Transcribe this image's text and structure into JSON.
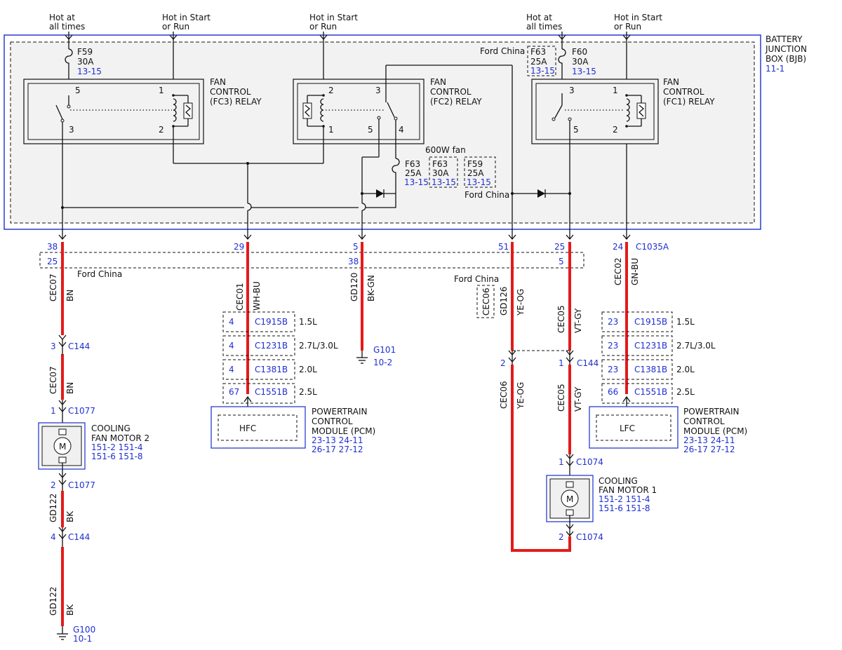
{
  "title": "",
  "colors": {
    "harness_wire": "#e41a1a",
    "reference_text": "#1f2fd0",
    "junction_box_border": "#2a3bd0",
    "module_fill": "#f0f0f0"
  },
  "power_labels": {
    "fc3_fuse": [
      "Hot at",
      "all times"
    ],
    "fc3_coil": [
      "Hot in Start",
      "or Run"
    ],
    "fc2_coil": [
      "Hot in Start",
      "or Run"
    ],
    "fc1_fuse": [
      "Hot at",
      "all times"
    ],
    "fc1_coil": [
      "Hot in Start",
      "or Run"
    ]
  },
  "bjb": {
    "label": [
      "BATTERY",
      "JUNCTION",
      "BOX (BJB)"
    ],
    "ref": "11-1",
    "ford_china": "Ford China"
  },
  "fuses": {
    "f59": {
      "name": "F59",
      "rating": "30A",
      "ref": "13-15"
    },
    "f63_top": {
      "name": "F63",
      "rating": "25A",
      "ref": "13-15"
    },
    "f60": {
      "name": "F60",
      "rating": "30A",
      "ref": "13-15"
    },
    "f63_mid": {
      "name": "F63",
      "rating": "25A",
      "ref": "13-15"
    },
    "f63_600w": {
      "name": "F63",
      "rating": "30A",
      "ref": "13-15"
    },
    "f59_600w": {
      "name": "F59",
      "rating": "25A",
      "ref": "13-15"
    },
    "label_600w": "600W fan",
    "ford_china_mid": "Ford China"
  },
  "relays": {
    "fc3": {
      "label": [
        "FAN",
        "CONTROL",
        "(FC3) RELAY"
      ],
      "pins": [
        "5",
        "1",
        "3",
        "2"
      ]
    },
    "fc2": {
      "label": [
        "FAN",
        "CONTROL",
        "(FC2) RELAY"
      ],
      "pins": [
        "2",
        "3",
        "1",
        "5",
        "4"
      ]
    },
    "fc1": {
      "label": [
        "FAN",
        "CONTROL",
        "(FC1) RELAY"
      ],
      "pins": [
        "3",
        "1",
        "5",
        "2"
      ]
    }
  },
  "bjb_pins": {
    "p38": "38",
    "p29": "29",
    "p5": "5",
    "p51": "51",
    "p25": "25",
    "p24": "24",
    "connector": "C1035A",
    "china_p25": "25",
    "china_p38": "38",
    "china_p5": "5",
    "china_label": "Ford China"
  },
  "wires": {
    "cec07_a": {
      "circuit": "CEC07",
      "color": "BN"
    },
    "cec07_b": {
      "circuit": "CEC07",
      "color": "BN"
    },
    "gd122_a": {
      "circuit": "GD122",
      "color": "BK"
    },
    "gd122_b": {
      "circuit": "GD122",
      "color": "BK"
    },
    "cec01": {
      "circuit": "CEC01",
      "color": "WH-BU"
    },
    "gd120": {
      "circuit": "GD120",
      "color": "BK-GN"
    },
    "gd126": {
      "circuit": "GD126",
      "color": "YE-OG",
      "alt": "CEC06",
      "alt_label": "Ford China"
    },
    "cec05_a": {
      "circuit": "CEC05",
      "color": "VT-GY"
    },
    "cec02": {
      "circuit": "CEC02",
      "color": "GN-BU"
    },
    "cec06": {
      "circuit": "CEC06",
      "color": "YE-OG"
    },
    "cec05_b": {
      "circuit": "CEC05",
      "color": "VT-GY"
    }
  },
  "connectors": {
    "c144_3": {
      "pin": "3",
      "name": "C144"
    },
    "c1077_1": {
      "pin": "1",
      "name": "C1077"
    },
    "c1077_2": {
      "pin": "2",
      "name": "C1077"
    },
    "c144_4": {
      "pin": "4",
      "name": "C144"
    },
    "c144_2": {
      "pin": "2"
    },
    "c144_1": {
      "pin": "1",
      "name": "C144"
    },
    "c1074_1": {
      "pin": "1",
      "name": "C1074"
    },
    "c1074_2": {
      "pin": "2",
      "name": "C1074"
    }
  },
  "pcm_hfc": {
    "rows": [
      {
        "pin": "4",
        "conn": "C1915B",
        "engine": "1.5L"
      },
      {
        "pin": "4",
        "conn": "C1231B",
        "engine": "2.7L/3.0L"
      },
      {
        "pin": "4",
        "conn": "C1381B",
        "engine": "2.0L"
      },
      {
        "pin": "67",
        "conn": "C1551B",
        "engine": "2.5L"
      }
    ],
    "inner": "HFC",
    "label": [
      "POWERTRAIN",
      "CONTROL",
      "MODULE (PCM)"
    ],
    "refs": [
      "23-13 24-11",
      "26-17 27-12"
    ]
  },
  "pcm_lfc": {
    "rows": [
      {
        "pin": "23",
        "conn": "C1915B",
        "engine": "1.5L"
      },
      {
        "pin": "23",
        "conn": "C1231B",
        "engine": "2.7L/3.0L"
      },
      {
        "pin": "23",
        "conn": "C1381B",
        "engine": "2.0L"
      },
      {
        "pin": "66",
        "conn": "C1551B",
        "engine": "2.5L"
      }
    ],
    "inner": "LFC",
    "label": [
      "POWERTRAIN",
      "CONTROL",
      "MODULE (PCM)"
    ],
    "refs": [
      "23-13 24-11",
      "26-17 27-12"
    ]
  },
  "motors": {
    "motor2": {
      "label": [
        "COOLING",
        "FAN MOTOR 2"
      ],
      "refs": [
        "151-2 151-4",
        "151-6 151-8"
      ],
      "symbol": "M"
    },
    "motor1": {
      "label": [
        "COOLING",
        "FAN MOTOR 1"
      ],
      "refs": [
        "151-2 151-4",
        "151-6 151-8"
      ],
      "symbol": "M"
    }
  },
  "grounds": {
    "g101": {
      "name": "G101",
      "ref": "10-2"
    },
    "g100": {
      "name": "G100",
      "ref": "10-1"
    }
  },
  "icons": {
    "fuse": "fuse-icon",
    "relay_coil": "relay-coil-icon",
    "diode": "diode-icon",
    "ground": "ground-icon",
    "motor": "motor-icon",
    "connector": "connector-icon"
  }
}
